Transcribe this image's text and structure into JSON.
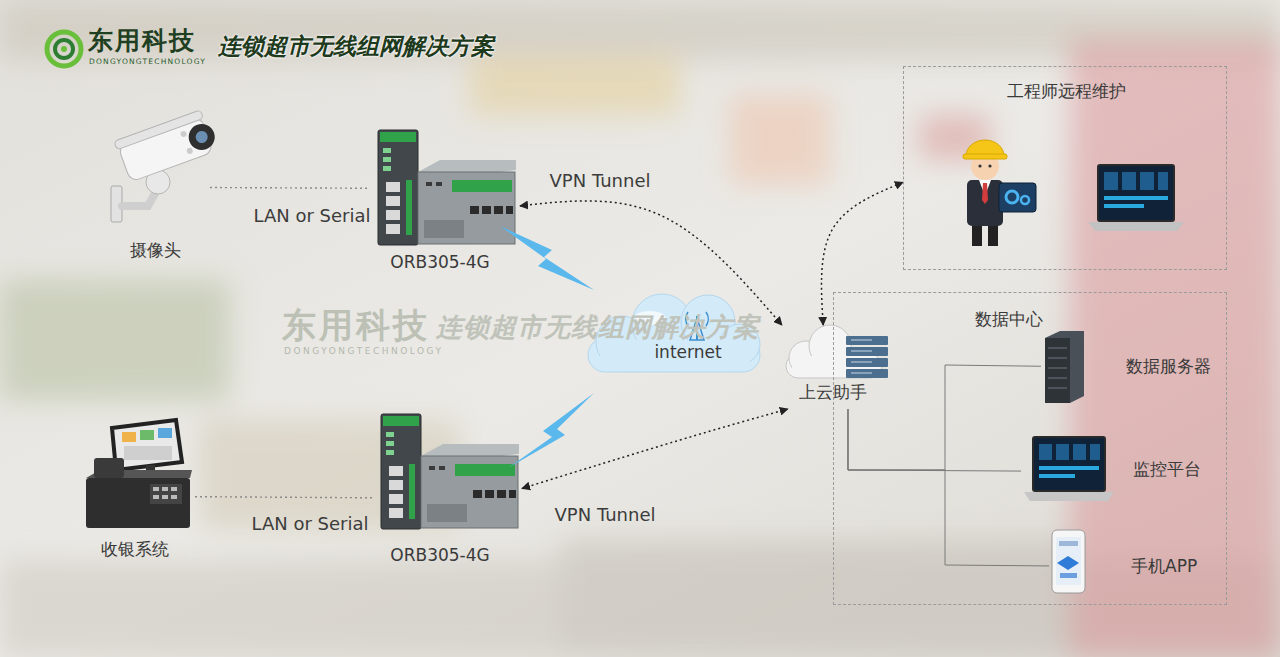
{
  "diagram": {
    "title": "连锁超市无线组网解决方案",
    "nodes": [
      {
        "text": [
          "摄像头"
        ]
      },
      {
        "text": [
          "ORB305-4G"
        ]
      },
      {
        "text": [
          "工程师远程维护"
        ]
      },
      {
        "text": [
          "internet"
        ]
      },
      {
        "text": [
          "上云助手"
        ]
      },
      {
        "text": [
          "数据中心"
        ]
      },
      {
        "text": [
          "数据服务器"
        ],
        "in": 5
      },
      {
        "text": [
          "监控平台"
        ],
        "in": 5
      },
      {
        "text": [
          "手机APP"
        ],
        "in": 5
      },
      {
        "text": [
          "收银系统"
        ]
      },
      {
        "text": [
          "ORB305-4G"
        ]
      }
    ],
    "edges": [
      {
        "from": 0,
        "to": 1,
        "label": "LAN or Serial",
        "arrow": "none"
      },
      {
        "from": 1,
        "to": 4,
        "label": "VPN Tunnel",
        "arrow": "both"
      },
      {
        "from": 9,
        "to": 10,
        "label": "LAN or Serial",
        "arrow": "none"
      },
      {
        "from": 10,
        "to": 4,
        "label": "VPN Tunnel",
        "arrow": "both"
      },
      {
        "from": 4,
        "to": 2,
        "arrow": "both"
      },
      {
        "from": 4,
        "to": 6,
        "arrow": "none"
      },
      {
        "from": 4,
        "to": 7,
        "arrow": "none"
      },
      {
        "from": 4,
        "to": 8,
        "arrow": "none"
      }
    ],
    "labels": [
      "东用科技",
      "DONGYONGTECHNOLOGY",
      "东用科技",
      "DONGYONGTECHNOLOGY",
      "连锁超市无线组网解决方案"
    ]
  }
}
